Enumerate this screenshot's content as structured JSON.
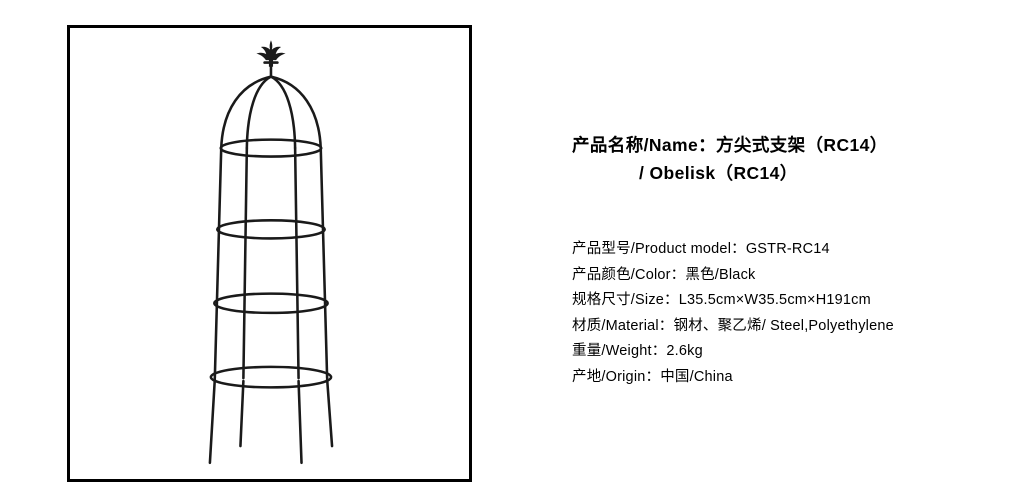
{
  "page": {
    "background_color": "#ffffff",
    "text_color": "#000000"
  },
  "product_image": {
    "frame_border_color": "#000000",
    "stroke_color": "#1a1a1a",
    "alt_name": "obelisk-trellis-illustration",
    "parts": {
      "finial": "fleur-de-lis-finial",
      "dome": "domed-top-ribs",
      "rings": "four-horizontal-rings",
      "uprights": "four-vertical-rods",
      "legs": "four-straight-legs"
    }
  },
  "title": {
    "line1": "产品名称/Name：方尖式支架（RC14）",
    "line2": "/ Obelisk（RC14）"
  },
  "specs": [
    {
      "key": "product_model",
      "text": "产品型号/Product model：GSTR-RC14"
    },
    {
      "key": "color",
      "text": "产品颜色/Color：黑色/Black"
    },
    {
      "key": "size",
      "text": "规格尺寸/Size：L35.5cm×W35.5cm×H191cm"
    },
    {
      "key": "material",
      "text": "材质/Material：钢材、聚乙烯/ Steel,Polyethylene"
    },
    {
      "key": "weight",
      "text": "重量/Weight：2.6kg"
    },
    {
      "key": "origin",
      "text": "产地/Origin：中国/China"
    }
  ]
}
